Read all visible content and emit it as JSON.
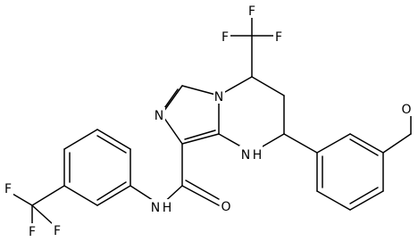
{
  "atoms": {
    "F1": "F",
    "F2": "F",
    "F3": "F",
    "F4": "F",
    "F5": "F",
    "F6": "F",
    "N1": "N",
    "N2": "N",
    "NH_ring": "N",
    "H_ring": "H",
    "O_methoxy": "O",
    "NH_amide": "N",
    "H_amide": "H",
    "O_carbonyl": "O"
  }
}
